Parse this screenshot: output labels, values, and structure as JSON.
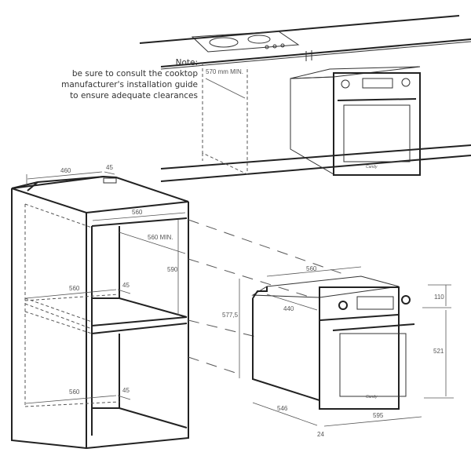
{
  "note": {
    "title": "Note:",
    "lines": [
      "be sure to consult the cooktop",
      "manufacturer's installation guide",
      "to ensure adequate clearances"
    ]
  },
  "top_diagram": {
    "clearance_label": "570 mm MIN.",
    "brand": "Candy"
  },
  "cabinet": {
    "depth": "460",
    "gap_top": "45",
    "width": "560",
    "depth_min": "560 MIN.",
    "height": "590",
    "shelf_depth_upper": "560",
    "shelf_gap_upper": "45",
    "shelf_depth_lower": "560",
    "shelf_gap_lower": "45"
  },
  "oven": {
    "height_total": "577,5",
    "width_body": "560",
    "depth_top": "440",
    "depth_body": "546",
    "front_width": "595",
    "front_thickness": "24",
    "panel_height": "110",
    "door_height": "521",
    "brand": "Candy"
  }
}
